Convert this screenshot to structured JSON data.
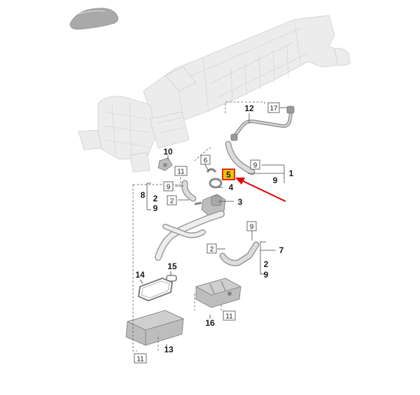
{
  "diagram": {
    "callouts": {
      "n1": "1",
      "n3": "3",
      "n4": "4",
      "n5": "5",
      "n6": "6",
      "n7": "7",
      "n8": "8",
      "n9": "9",
      "n10": "10",
      "n11": "11",
      "n12": "12",
      "n13": "13",
      "n14": "14",
      "n15": "15",
      "n16": "16",
      "n17": "17",
      "n2": "2"
    },
    "groups": {
      "g1_sub": "9",
      "g8_sub_a": "2",
      "g8_sub_b": "9",
      "g7_sub_a": "2",
      "g7_sub_b": "9"
    },
    "boxed_refs": {
      "b17": "17",
      "b9_a": "9",
      "b6": "6",
      "b11_a": "11",
      "b9_b": "9",
      "b2_a": "2",
      "b9_c": "9",
      "b2_b": "2",
      "b11_b": "11",
      "b11_c": "11"
    },
    "highlight": {
      "part": "5",
      "fill_color": "#f5c400",
      "border_color": "#e00000"
    },
    "arrow_color": "#e00000"
  }
}
